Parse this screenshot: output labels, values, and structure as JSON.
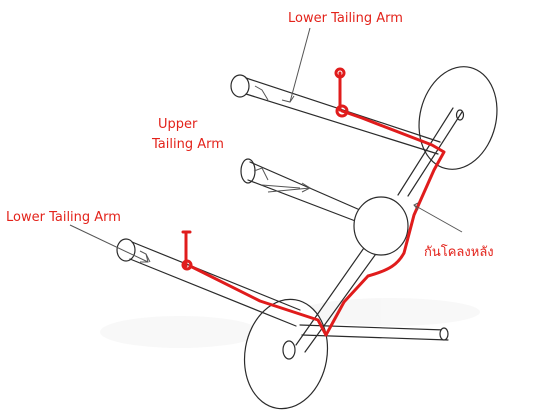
{
  "labels": {
    "lower_tailing_arm_top": "Lower Tailing Arm",
    "upper_tailing_arm_line1": "Upper",
    "upper_tailing_arm_line2": "Tailing Arm",
    "lower_tailing_arm_left": "Lower Tailing Arm",
    "stabilizer_thai": "กันโคลงหลัง"
  },
  "colors": {
    "label": "#e3231b",
    "stabilizer_bar": "#e01c1c",
    "frame_lines": "#2b2b2b"
  }
}
